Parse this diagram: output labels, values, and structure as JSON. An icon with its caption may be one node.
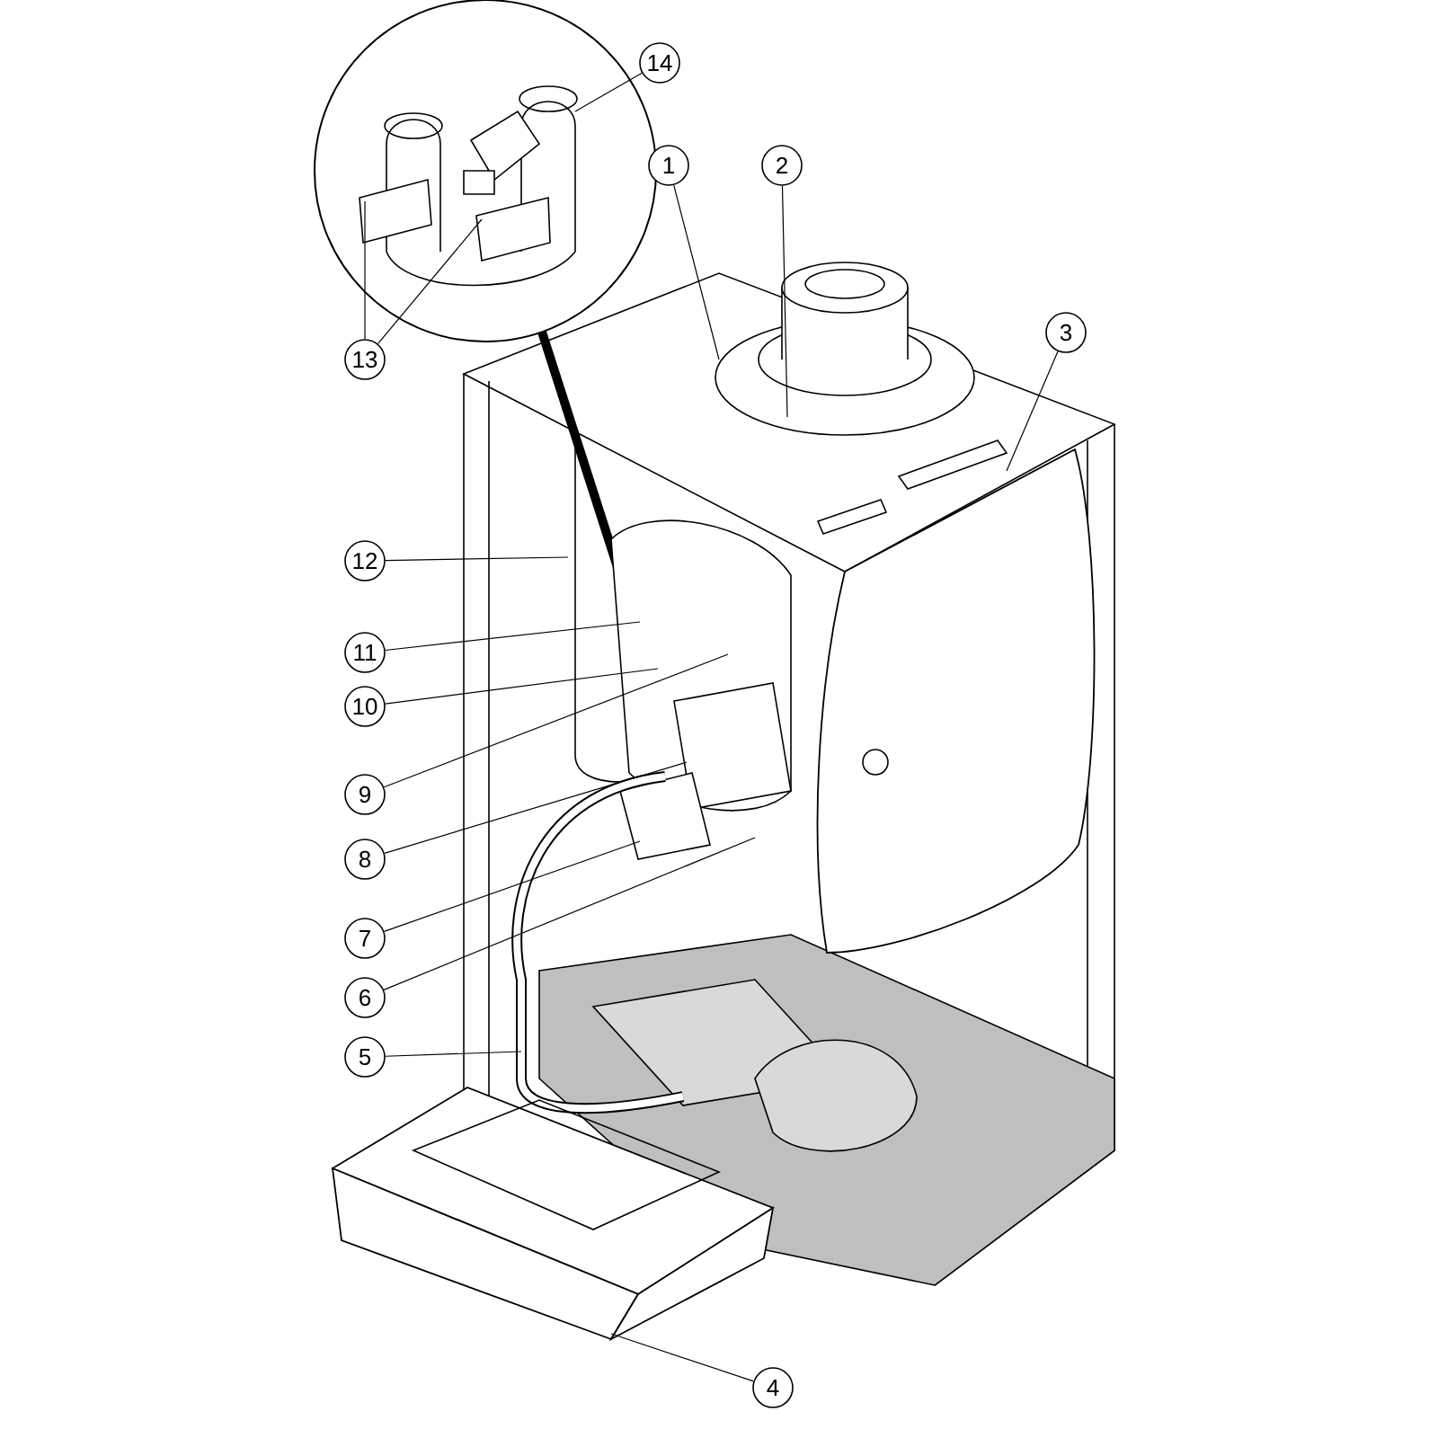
{
  "diagram": {
    "nodes": [
      {
        "text": [
          "1"
        ]
      },
      {
        "text": [
          "2"
        ]
      },
      {
        "text": [
          "3"
        ]
      },
      {
        "text": [
          "4"
        ]
      },
      {
        "text": [
          "5"
        ]
      },
      {
        "text": [
          "6"
        ]
      },
      {
        "text": [
          "7"
        ]
      },
      {
        "text": [
          "8"
        ]
      },
      {
        "text": [
          "9"
        ]
      },
      {
        "text": [
          "10"
        ]
      },
      {
        "text": [
          "11"
        ]
      },
      {
        "text": [
          "12"
        ]
      },
      {
        "text": [
          "13"
        ]
      },
      {
        "text": [
          "14"
        ]
      },
      {
        "text": [],
        "shape": "picture"
      },
      {
        "text": [],
        "shape": "picture"
      },
      {
        "text": [],
        "shape": "picture"
      },
      {
        "text": [],
        "shape": "picture"
      },
      {
        "text": [],
        "shape": "picture"
      },
      {
        "text": [],
        "shape": "picture"
      },
      {
        "text": [],
        "shape": "picture"
      },
      {
        "text": [],
        "shape": "picture"
      },
      {
        "text": [],
        "shape": "picture"
      }
    ],
    "edges": [
      {
        "from": 0,
        "to": 14,
        "arrow": "none"
      },
      {
        "from": 1,
        "to": 14,
        "arrow": "none"
      },
      {
        "from": 2,
        "to": 15,
        "arrow": "none"
      },
      {
        "from": 3,
        "to": 19,
        "arrow": "none"
      },
      {
        "from": 4,
        "to": 17,
        "arrow": "none"
      },
      {
        "from": 5,
        "to": 16,
        "arrow": "none"
      },
      {
        "from": 6,
        "to": 16,
        "arrow": "none"
      },
      {
        "from": 7,
        "to": 16,
        "arrow": "none"
      },
      {
        "from": 8,
        "to": 16,
        "arrow": "none"
      },
      {
        "from": 9,
        "to": 16,
        "arrow": "none"
      },
      {
        "from": 10,
        "to": 16,
        "arrow": "none"
      },
      {
        "from": 11,
        "to": null,
        "arrow": "none"
      },
      {
        "from": 12,
        "to": 20,
        "arrow": "none"
      },
      {
        "from": 12,
        "to": 21,
        "arrow": "none"
      },
      {
        "from": 13,
        "to": 22,
        "arrow": "none"
      }
    ]
  }
}
